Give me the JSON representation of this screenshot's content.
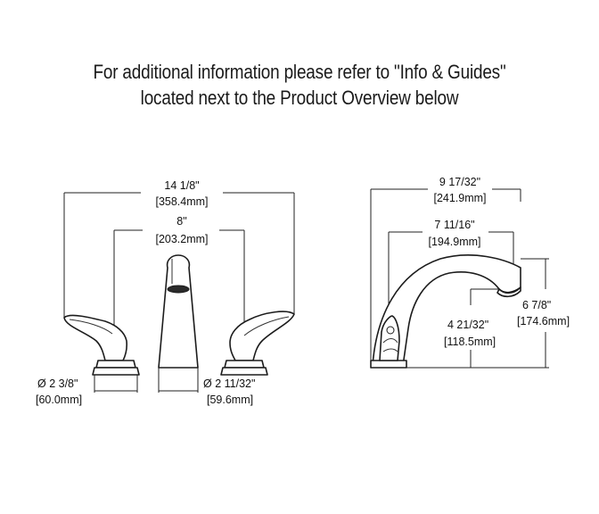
{
  "header": {
    "line1": "For additional information please refer to \"Info & Guides\"",
    "line2": "located next to the Product Overview below"
  },
  "front_view": {
    "overall_width_in": "14 1/8\"",
    "overall_width_mm": "[358.4mm]",
    "center_width_in": "8\"",
    "center_width_mm": "[203.2mm]",
    "handle_base_dia_in": "Ø 2 3/8\"",
    "handle_base_dia_mm": "[60.0mm]",
    "spout_base_dia_in": "Ø 2 11/32\"",
    "spout_base_dia_mm": "[59.6mm]"
  },
  "side_view": {
    "overall_depth_in": "9 17/32\"",
    "overall_depth_mm": "[241.9mm]",
    "spout_reach_in": "7 11/16\"",
    "spout_reach_mm": "[194.9mm]",
    "spout_height_in": "4 21/32\"",
    "spout_height_mm": "[118.5mm]",
    "overall_height_in": "6 7/8\"",
    "overall_height_mm": "[174.6mm]"
  }
}
